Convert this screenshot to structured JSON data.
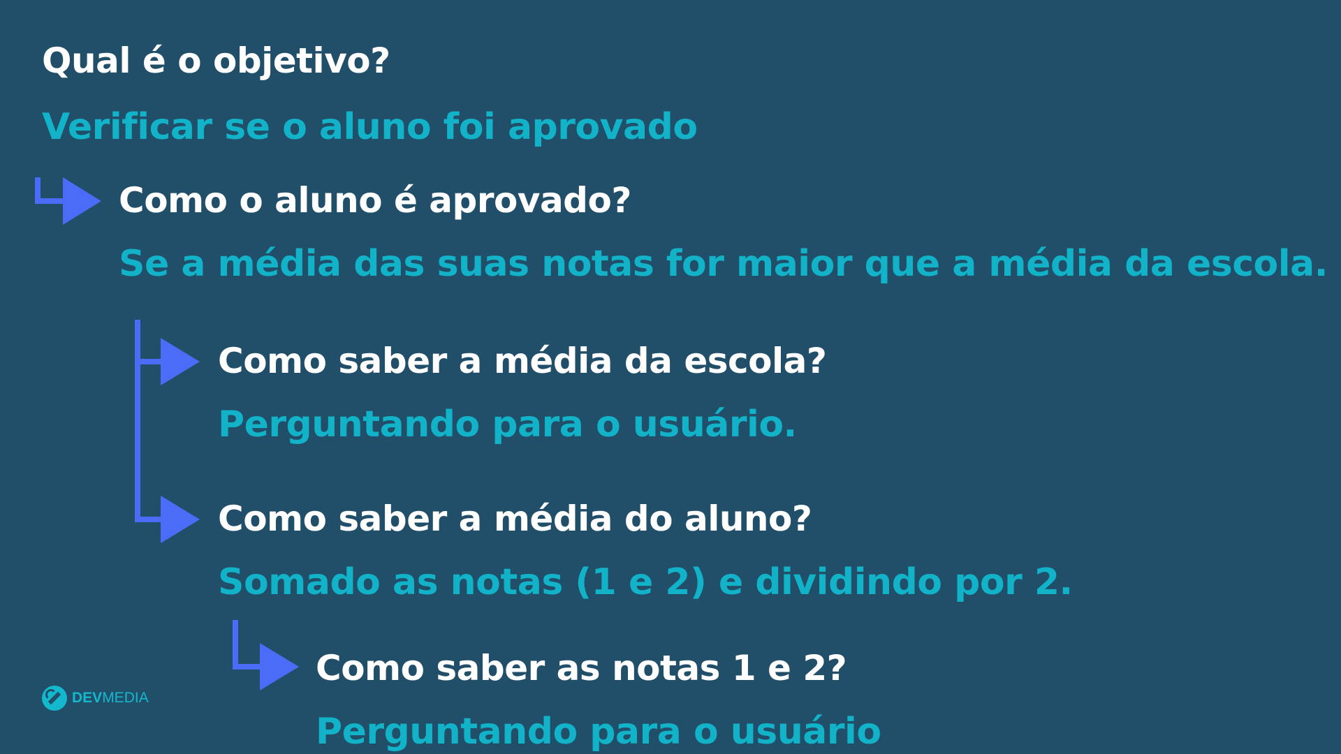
{
  "colors": {
    "background": "#214f6a",
    "question_text": "#ffffff",
    "answer_text": "#12b3c8",
    "arrow": "#4a6cf7"
  },
  "steps": [
    {
      "question": "Qual é o objetivo?",
      "answer": "Verificar se o aluno foi aprovado"
    },
    {
      "question": "Como o aluno é aprovado?",
      "answer": "Se a média das suas notas for maior que a média da escola."
    },
    {
      "question": "Como saber a média da escola?",
      "answer": "Perguntando para o usuário."
    },
    {
      "question": "Como saber a média do aluno?",
      "answer": "Somado as notas (1 e 2) e dividindo por 2."
    },
    {
      "question": "Como saber as notas 1 e 2?",
      "answer": "Perguntando para o usuário"
    }
  ],
  "logo": {
    "icon": "devmedia-logo-icon",
    "brand_bold": "DEV",
    "brand_light": "MEDIA"
  }
}
